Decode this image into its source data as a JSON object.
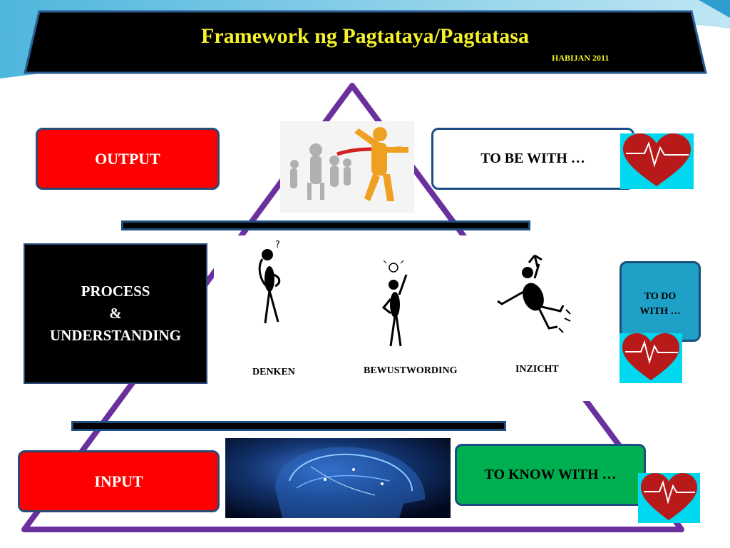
{
  "title": "Framework ng Pagtataya/Pagtatasa",
  "subtitle": "HABIJAN 2011",
  "levels": {
    "output": "OUTPUT",
    "process_line1": "PROCESS",
    "process_line2": "&",
    "process_line3": "UNDERSTANDING",
    "input": "INPUT"
  },
  "aspects": {
    "to_be_with": "TO BE WITH …",
    "to_do_line1": "TO DO",
    "to_do_line2": "WITH …",
    "to_know_with": "TO KNOW WITH …"
  },
  "figures": [
    "DENKEN",
    "BEWUSTWORDING",
    "INZICHT"
  ],
  "icons": {
    "heart": "heart-ecg-icon",
    "runners": "runners-finish-line-icon",
    "brain": "brain-head-icon"
  },
  "colors": {
    "title_text": "#f5f22a",
    "triangle": "#6b2f9e",
    "red_box": "#ff0000",
    "green_box": "#00b050",
    "teal_box": "#1fa0c6"
  }
}
